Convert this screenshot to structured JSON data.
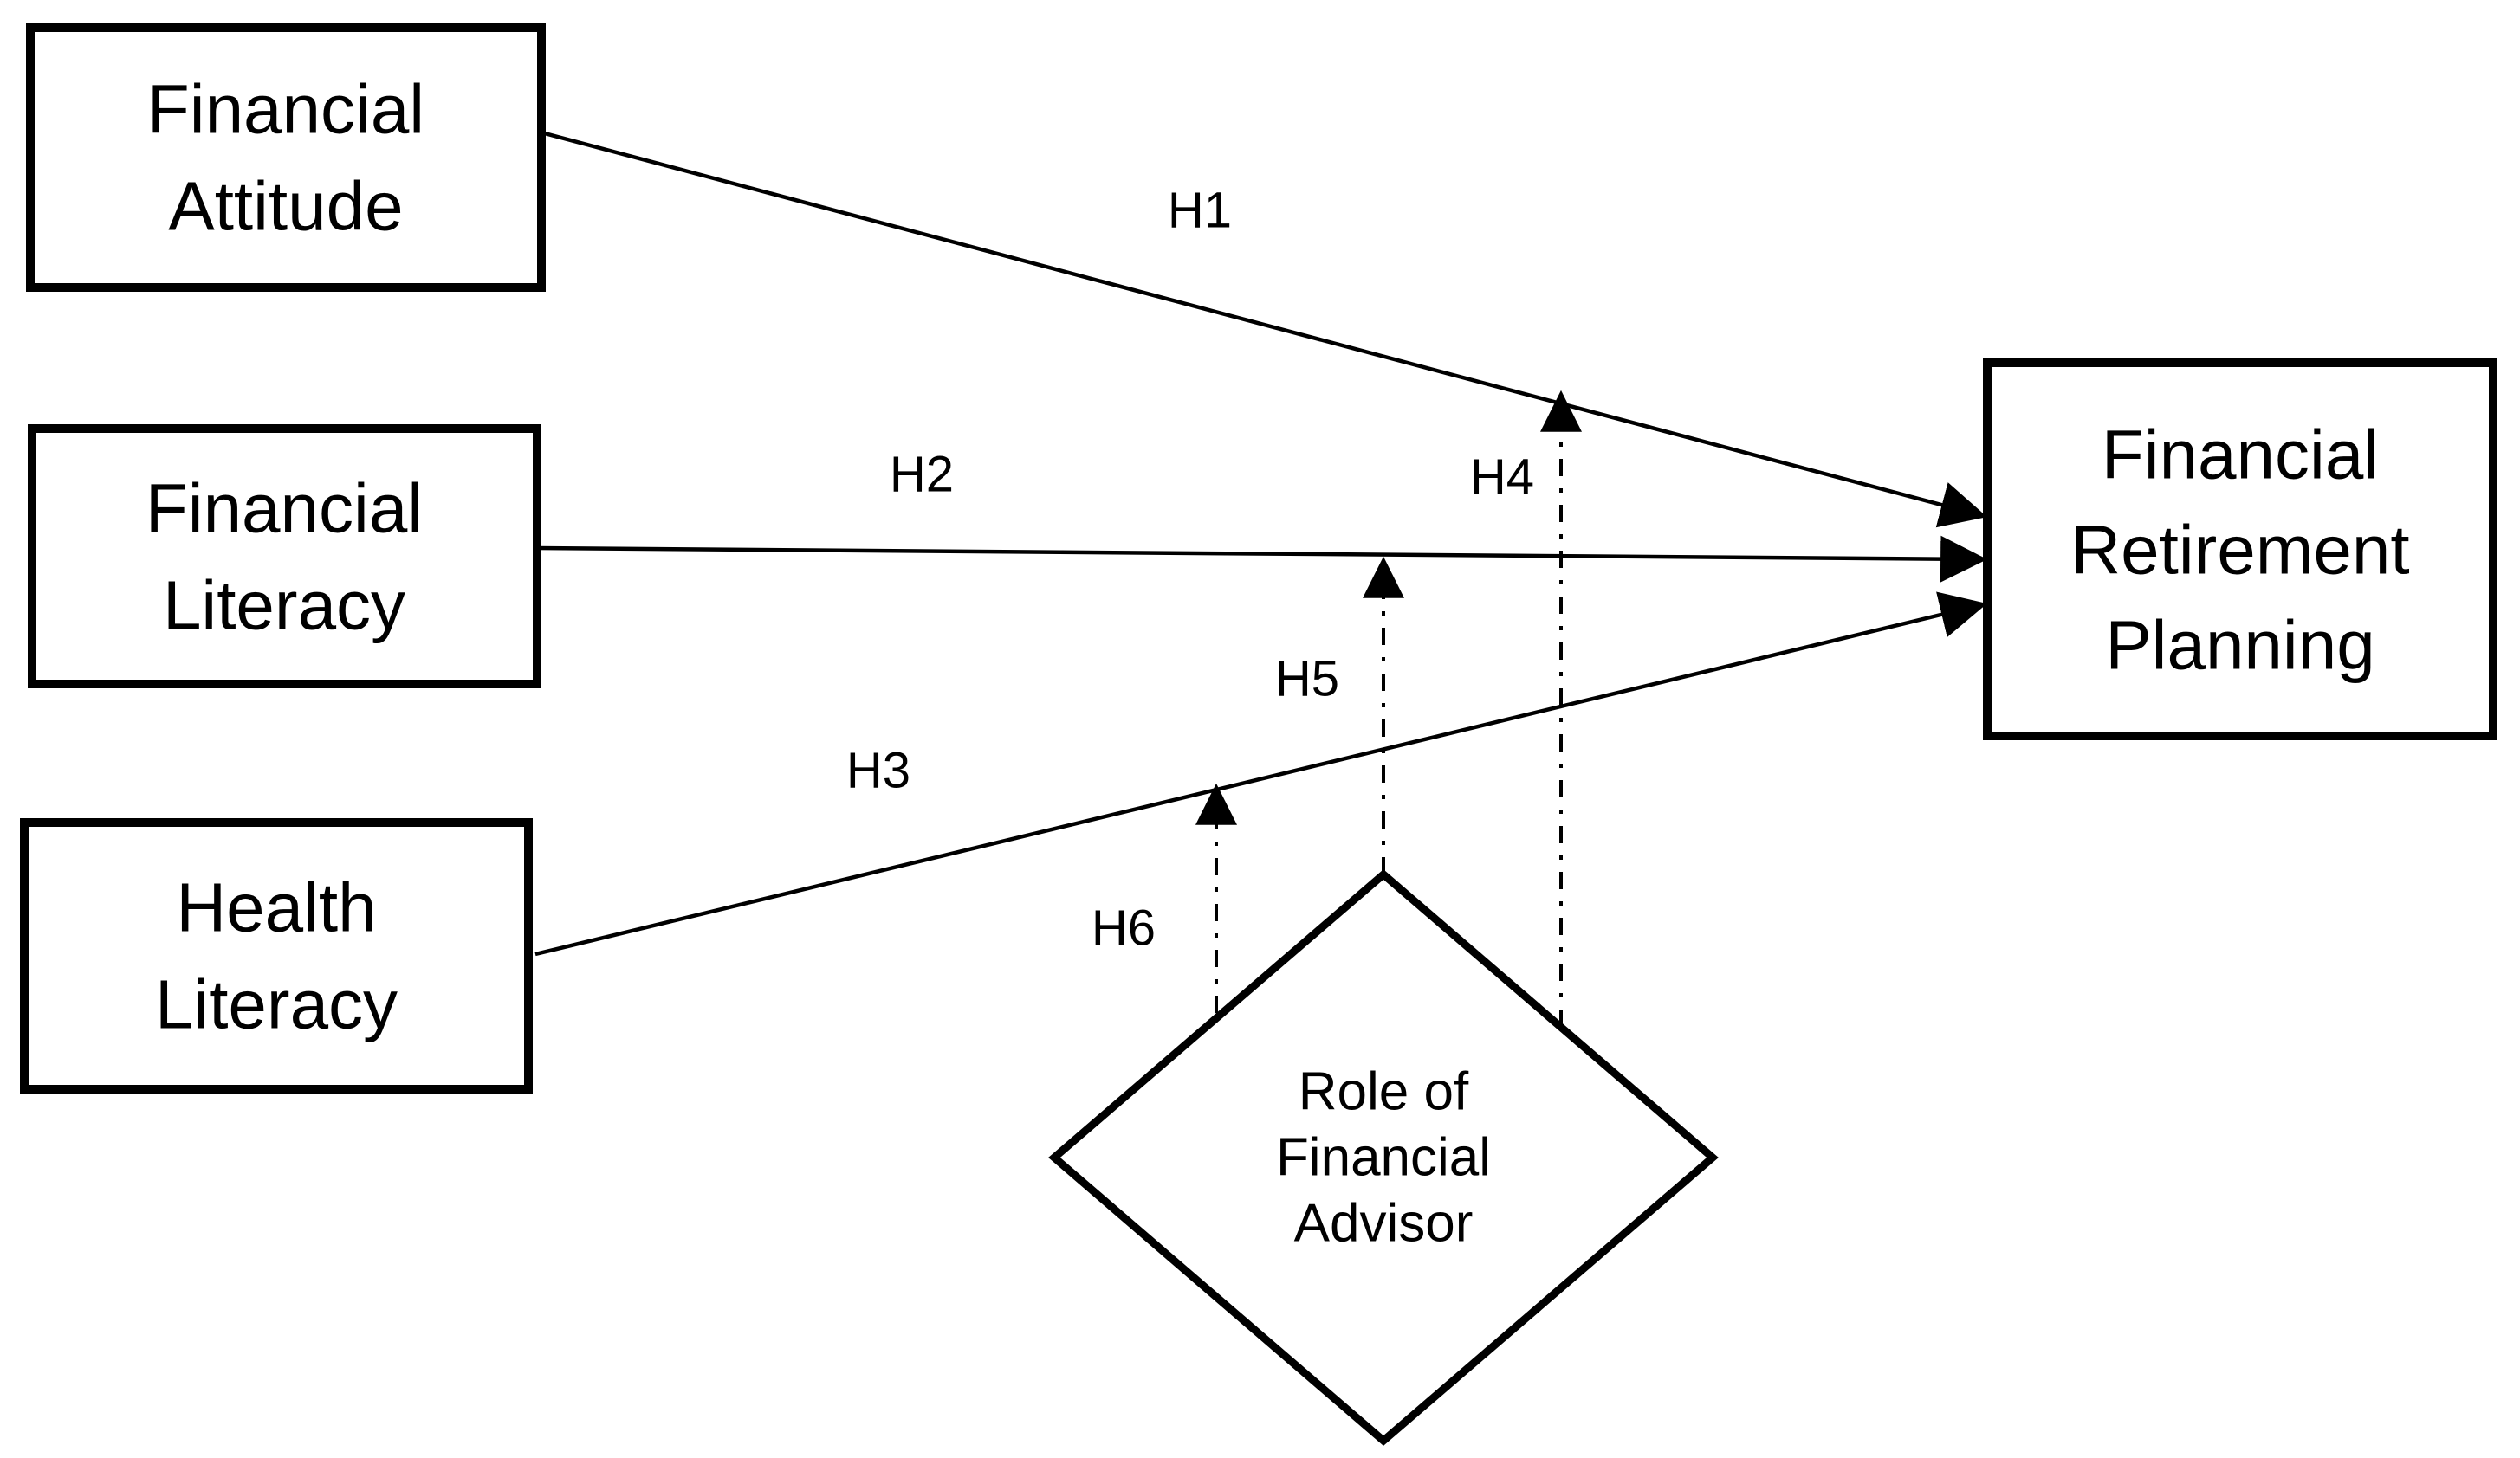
{
  "diagram": {
    "background_color": "#ffffff",
    "line_color": "#000000",
    "text_color": "#000000",
    "nodes": {
      "financial_attitude": {
        "shape": "rectangle",
        "lines": [
          "Financial",
          "Attitude"
        ]
      },
      "financial_literacy": {
        "shape": "rectangle",
        "lines": [
          "Financial",
          "Literacy"
        ]
      },
      "health_literacy": {
        "shape": "rectangle",
        "lines": [
          "Health",
          "Literacy"
        ]
      },
      "financial_retirement_planning": {
        "shape": "rectangle",
        "lines": [
          "Financial",
          "Retirement",
          "Planning"
        ]
      },
      "role_of_financial_advisor": {
        "shape": "diamond",
        "lines": [
          "Role of",
          "Financial",
          "Advisor"
        ]
      }
    },
    "edges": [
      {
        "id": "H1",
        "label": "H1",
        "from": "Financial Attitude",
        "to": "Financial Retirement Planning",
        "line_style": "solid"
      },
      {
        "id": "H2",
        "label": "H2",
        "from": "Financial Literacy",
        "to": "Financial Retirement Planning",
        "line_style": "solid"
      },
      {
        "id": "H3",
        "label": "H3",
        "from": "Health Literacy",
        "to": "Financial Retirement Planning",
        "line_style": "solid"
      },
      {
        "id": "H4",
        "label": "H4",
        "from": "Role of Financial Advisor",
        "to": "H1 path",
        "line_style": "dash-dot"
      },
      {
        "id": "H5",
        "label": "H5",
        "from": "Role of Financial Advisor",
        "to": "H2 path",
        "line_style": "dash-dot"
      },
      {
        "id": "H6",
        "label": "H6",
        "from": "Role of Financial Advisor",
        "to": "H3 path",
        "line_style": "dash-dot"
      }
    ]
  }
}
